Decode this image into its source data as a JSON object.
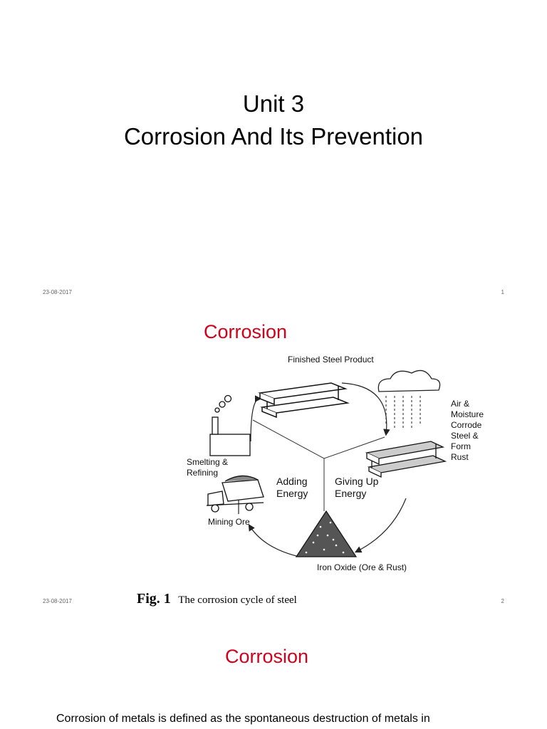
{
  "slide1": {
    "title_line1": "Unit 3",
    "title_line2": "Corrosion And Its Prevention",
    "date": "23-08-2017",
    "page": "1"
  },
  "slide2": {
    "heading": "Corrosion",
    "heading_color": "#d0021b",
    "diagram": {
      "top_label": "Finished Steel Product",
      "right_label": [
        "Air &",
        "Moisture",
        "Corrode",
        "Steel &",
        "Form",
        "Rust"
      ],
      "left_label": [
        "Smelting &",
        "Refining"
      ],
      "center_left": [
        "Adding",
        "Energy"
      ],
      "center_right": [
        "Giving Up",
        "Energy"
      ],
      "bottom_left_label": "Mining Ore",
      "bottom_label": "Iron Oxide (Ore & Rust)"
    },
    "caption_num": "Fig. 1",
    "caption_text": "The corrosion cycle of steel",
    "date": "23-08-2017",
    "page": "2"
  },
  "slide3": {
    "heading": "Corrosion",
    "body": "Corrosion of metals is defined as the spontaneous destruction of metals in"
  }
}
